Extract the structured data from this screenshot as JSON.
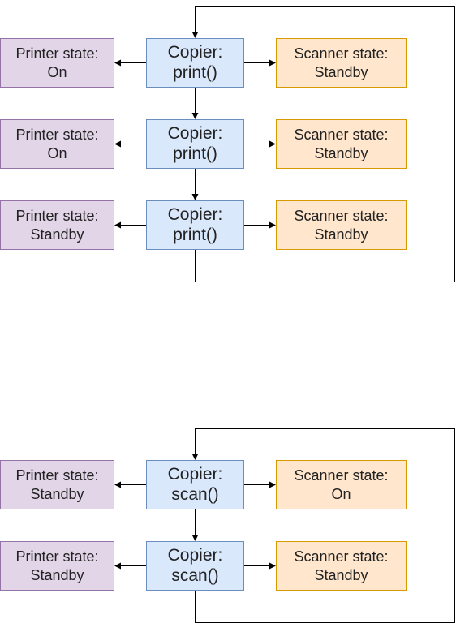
{
  "diagrams": [
    {
      "rows": [
        {
          "printer": [
            "Printer state:",
            "On"
          ],
          "copier": [
            "Copier:",
            "print()"
          ],
          "scanner": [
            "Scanner state:",
            "Standby"
          ]
        },
        {
          "printer": [
            "Printer state:",
            "On"
          ],
          "copier": [
            "Copier:",
            "print()"
          ],
          "scanner": [
            "Scanner state:",
            "Standby"
          ]
        },
        {
          "printer": [
            "Printer state:",
            "Standby"
          ],
          "copier": [
            "Copier:",
            "print()"
          ],
          "scanner": [
            "Scanner state:",
            "Standby"
          ]
        }
      ]
    },
    {
      "rows": [
        {
          "printer": [
            "Printer state:",
            "Standby"
          ],
          "copier": [
            "Copier:",
            "scan()"
          ],
          "scanner": [
            "Scanner state:",
            "On"
          ]
        },
        {
          "printer": [
            "Printer state:",
            "Standby"
          ],
          "copier": [
            "Copier:",
            "scan()"
          ],
          "scanner": [
            "Scanner state:",
            "Standby"
          ]
        }
      ]
    }
  ],
  "colors": {
    "printer_fill": "#e1d5e7",
    "printer_stroke": "#9673a6",
    "copier_fill": "#dae8fc",
    "copier_stroke": "#6c8ebf",
    "scanner_fill": "#ffe6cc",
    "scanner_stroke": "#d79b00",
    "edge": "#000000"
  }
}
